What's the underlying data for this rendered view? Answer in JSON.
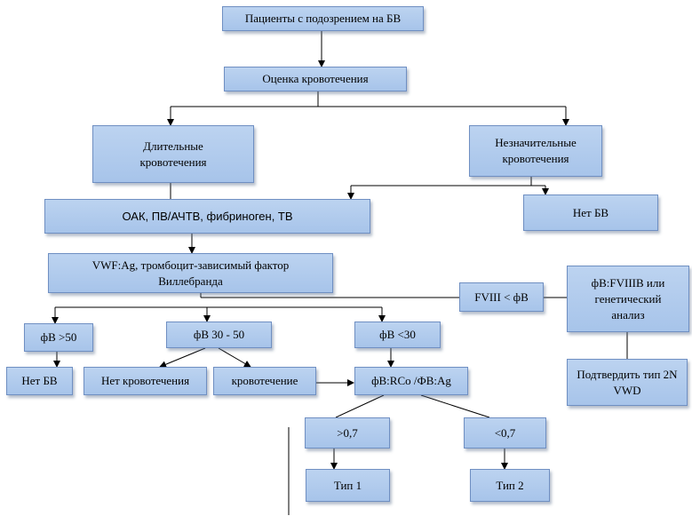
{
  "nodes": {
    "suspected": "Пациенты с подозрением на БВ",
    "bleeding_assessment": "Оценка  кровотечения",
    "prolonged_bleeding": "Длительные кровотечения",
    "minor_bleeding": "Незначительные кровотечения",
    "no_vwd_top": "Нет БВ",
    "lab_tests": "ОАК, ПВ/АЧТВ, фибриноген, ТВ",
    "vwf_tests": "VWF:Ag, тромбоцит-зависимый фактор Виллебранда",
    "fviii_less": "FVIII  < фВ",
    "fviiib": "фВ:FVIIIB или генетический анализ",
    "confirm_2n": "Подтвердить тип 2N VWD",
    "vw_over_50": "фВ >50",
    "vw_30_50": "фВ 30 - 50",
    "vw_under_30": "фВ <30",
    "no_vwd_bottom": "Нет БВ",
    "no_bleeding": "Нет кровотечения",
    "bleeding": "кровотечение",
    "ratio": "фВ:RCo /ФВ:Ag",
    "ratio_over": ">0,7",
    "ratio_under": "<0,7",
    "type1": "Тип 1",
    "type2": "Тип 2"
  }
}
